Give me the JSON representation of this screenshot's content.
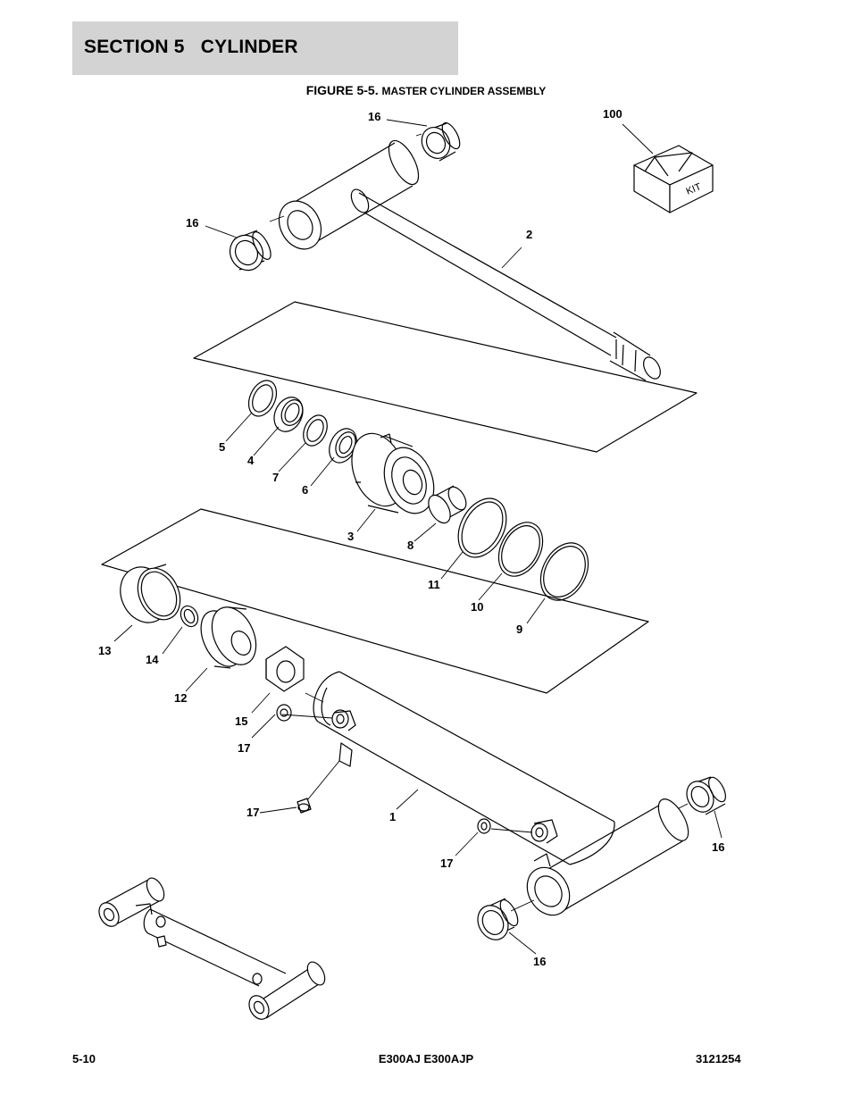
{
  "header": {
    "section_title": "SECTION 5   CYLINDER"
  },
  "figure": {
    "number": "FIGURE 5-5.",
    "name": "MASTER CYLINDER ASSEMBLY"
  },
  "callouts": {
    "c100": "100",
    "c16a": "16",
    "c16b": "16",
    "c2": "2",
    "c5": "5",
    "c4": "4",
    "c7": "7",
    "c6": "6",
    "c3": "3",
    "c8": "8",
    "c11": "11",
    "c10": "10",
    "c9": "9",
    "c13": "13",
    "c14": "14",
    "c12": "12",
    "c15": "15",
    "c17a": "17",
    "c17b": "17",
    "c17c": "17",
    "c1": "1",
    "c16c": "16",
    "c16d": "16"
  },
  "kit_label": "KIT",
  "footer": {
    "page": "5-10",
    "model": "E300AJ E300AJP",
    "doc_number": "3121254"
  }
}
